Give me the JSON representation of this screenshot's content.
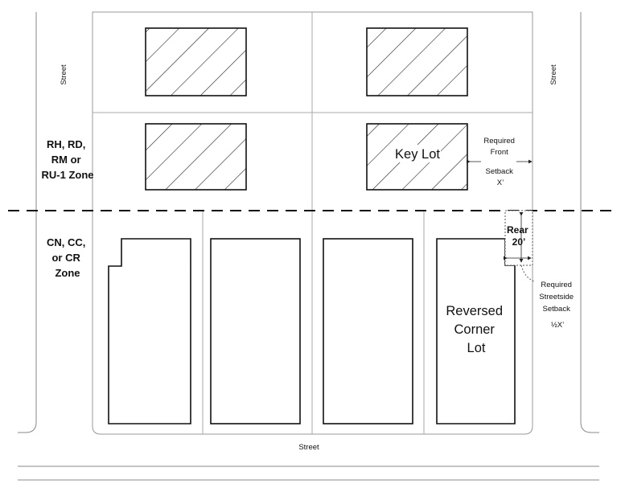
{
  "streets": {
    "left": "Street",
    "right": "Street",
    "bottom": "Street"
  },
  "zones": {
    "upper": [
      "RH, RD,",
      "RM or",
      "RU-1 Zone"
    ],
    "lower": [
      "CN, CC,",
      "or CR",
      "Zone"
    ]
  },
  "key_lot": {
    "label": "Key Lot",
    "front_setback": [
      "Required",
      "Front",
      "Setback",
      "X’"
    ]
  },
  "reversed_corner_lot": {
    "label": [
      "Reversed",
      "Corner",
      "Lot"
    ],
    "rear_setback": [
      "Rear",
      "20’"
    ],
    "streetside_setback": [
      "Required",
      "Streetside",
      "Setback",
      "½X’"
    ]
  }
}
